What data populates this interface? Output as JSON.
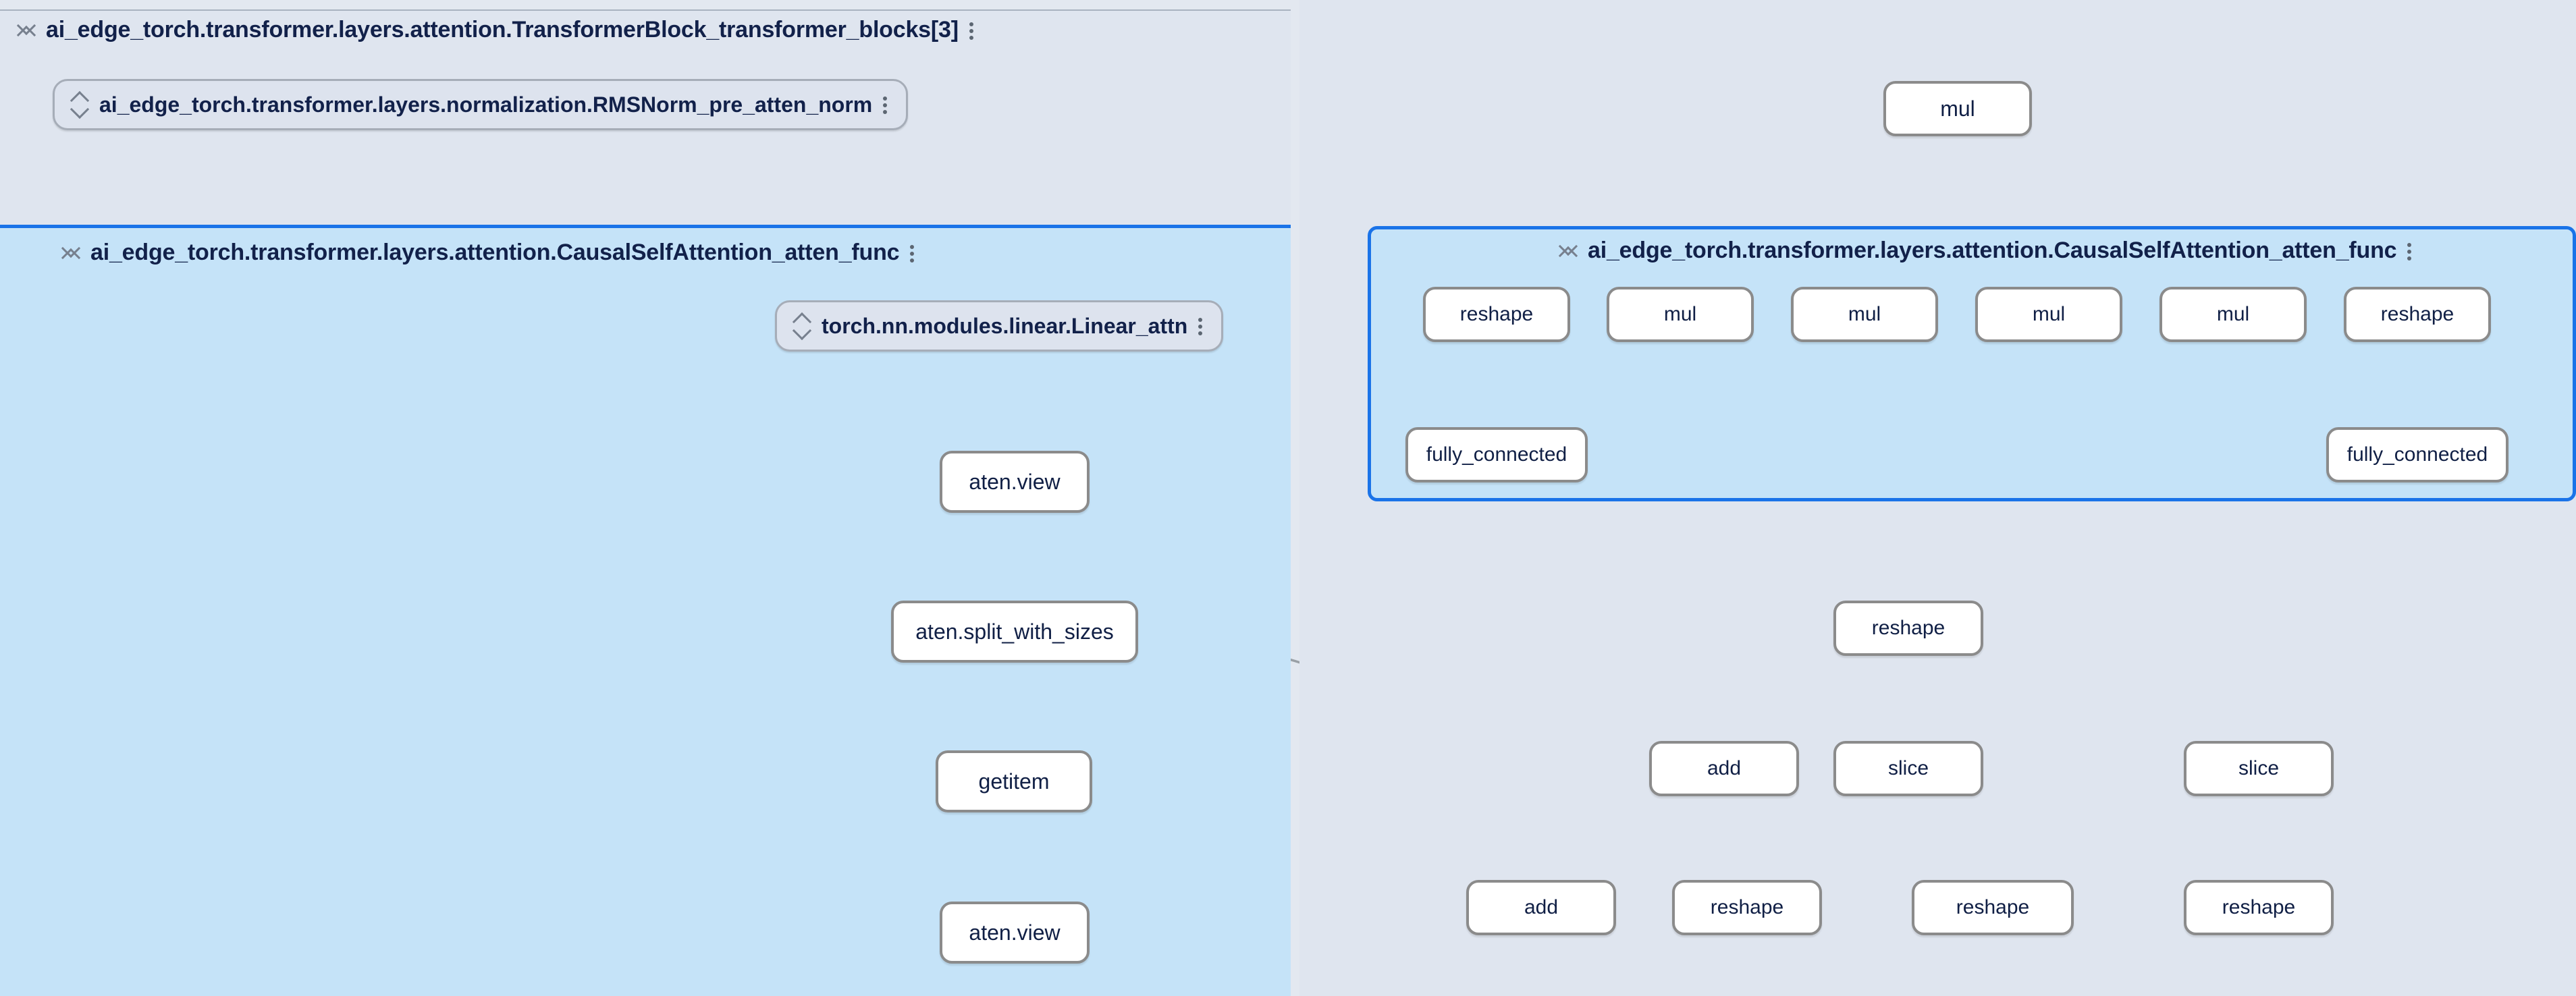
{
  "app": {
    "background_color": "#e3e8f0",
    "group_background_color": "#dfe5ef",
    "selected_group_background_color": "#c5e3f8",
    "selected_border_color": "#1a73e8",
    "node_border_color": "#8b8b8b",
    "node_text_color": "#101f45",
    "edge_color": "#9aa0a6"
  },
  "groups": {
    "transformer_block": {
      "label": "ai_edge_torch.transformer.layers.attention.TransformerBlock_transformer_blocks[3]",
      "icon": "collapse-icon",
      "menu_icon": "more-vert-icon"
    },
    "rmsnorm_pill": {
      "label": "ai_edge_torch.transformer.layers.normalization.RMSNorm_pre_atten_norm",
      "icon": "expand-icon",
      "menu_icon": "more-vert-icon"
    },
    "causal_attn_left": {
      "label": "ai_edge_torch.transformer.layers.attention.CausalSelfAttention_atten_func",
      "icon": "collapse-icon",
      "menu_icon": "more-vert-icon"
    },
    "linear_attn_pill": {
      "label": "torch.nn.modules.linear.Linear_attn",
      "icon": "expand-icon",
      "menu_icon": "more-vert-icon"
    },
    "causal_attn_right": {
      "label": "ai_edge_torch.transformer.layers.attention.CausalSelfAttention_atten_func",
      "icon": "collapse-icon",
      "menu_icon": "more-vert-icon"
    }
  },
  "nodes": {
    "left_view_1": {
      "label": "aten.view"
    },
    "left_split": {
      "label": "aten.split_with_sizes"
    },
    "left_getitem": {
      "label": "getitem"
    },
    "left_view_2": {
      "label": "aten.view"
    },
    "right_mul_top": {
      "label": "mul"
    },
    "r_reshape_1": {
      "label": "reshape"
    },
    "r_mul_1": {
      "label": "mul"
    },
    "r_mul_2": {
      "label": "mul"
    },
    "r_mul_3": {
      "label": "mul"
    },
    "r_mul_4": {
      "label": "mul"
    },
    "r_reshape_2": {
      "label": "reshape"
    },
    "r_fc_1": {
      "label": "fully_connected"
    },
    "r_fc_2": {
      "label": "fully_connected"
    },
    "r_reshape_mid": {
      "label": "reshape"
    },
    "r_add_1": {
      "label": "add"
    },
    "r_slice_1": {
      "label": "slice"
    },
    "r_slice_2": {
      "label": "slice"
    },
    "r_add_2": {
      "label": "add"
    },
    "r_reshape_b1": {
      "label": "reshape"
    },
    "r_reshape_b2": {
      "label": "reshape"
    },
    "r_reshape_b3": {
      "label": "reshape"
    }
  }
}
